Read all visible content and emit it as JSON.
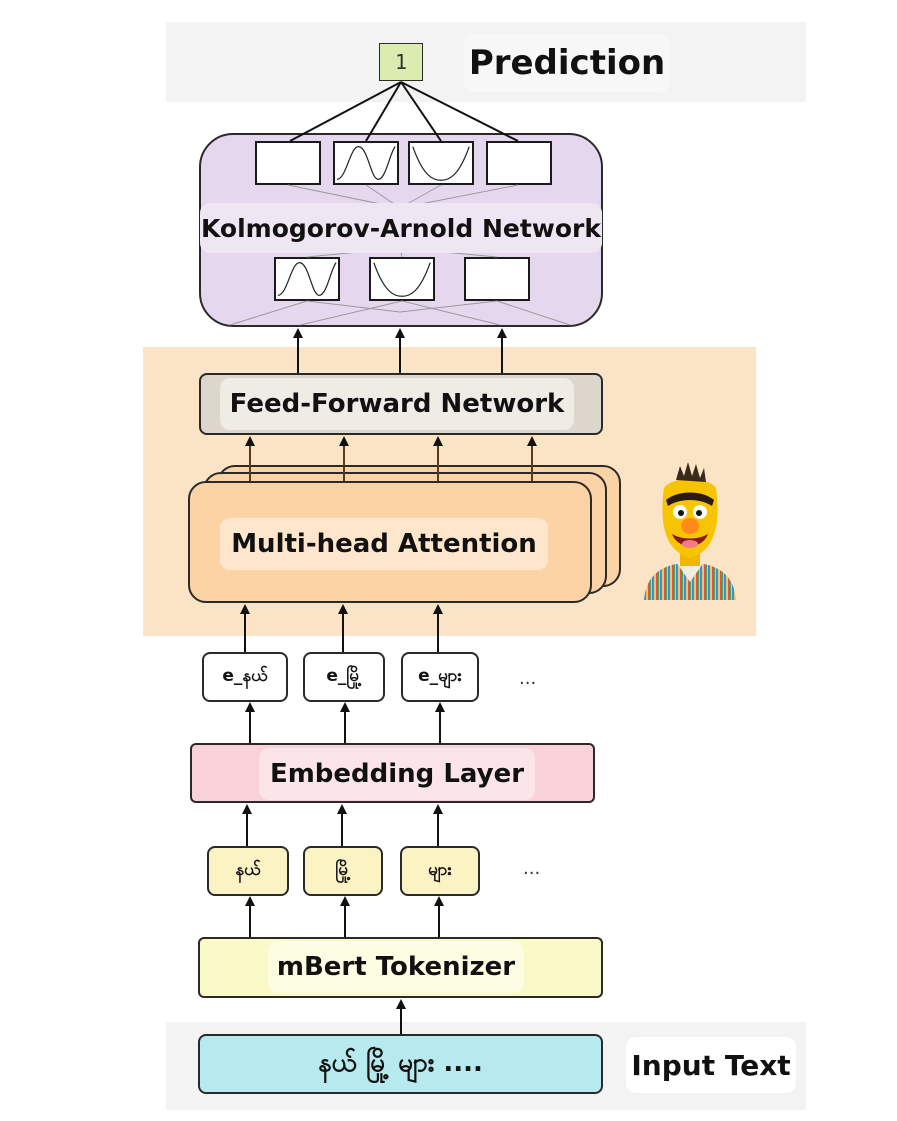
{
  "prediction": {
    "output_value": "1",
    "label": "Prediction"
  },
  "kan": {
    "label": "Kolmogorov-Arnold Network"
  },
  "ffn": {
    "label": "Feed-Forward Network"
  },
  "attention": {
    "label": "Multi-head Attention"
  },
  "embeddings": {
    "tokens": [
      "e_နယ်",
      "e_မြို့",
      "e_များ"
    ],
    "ellipsis": "..."
  },
  "embedding_layer": {
    "label": "Embedding Layer"
  },
  "tokens": {
    "items": [
      "နယ်",
      "မြို့",
      "များ"
    ],
    "ellipsis": "..."
  },
  "tokenizer": {
    "label": "mBert Tokenizer"
  },
  "input": {
    "text": "နယ် မြို့ များ ....",
    "label": "Input Text"
  },
  "colors": {
    "prediction_band": "#f3f3f3",
    "output_box": "#dcecb0",
    "kan_fill": "#e5d8ee",
    "transformer_band": "#fbe3c6",
    "ffn_fill": "#dcd6cc",
    "attention_fill": "#fbd3a5",
    "embedding_fill": "#f8d2d8",
    "token_fill": "#fcf3c4",
    "tokenizer_fill": "#fafac8",
    "input_fill": "#b6eaef",
    "input_band": "#f3f3f3"
  },
  "icons": {
    "mascot": "bert-muppet-icon"
  }
}
